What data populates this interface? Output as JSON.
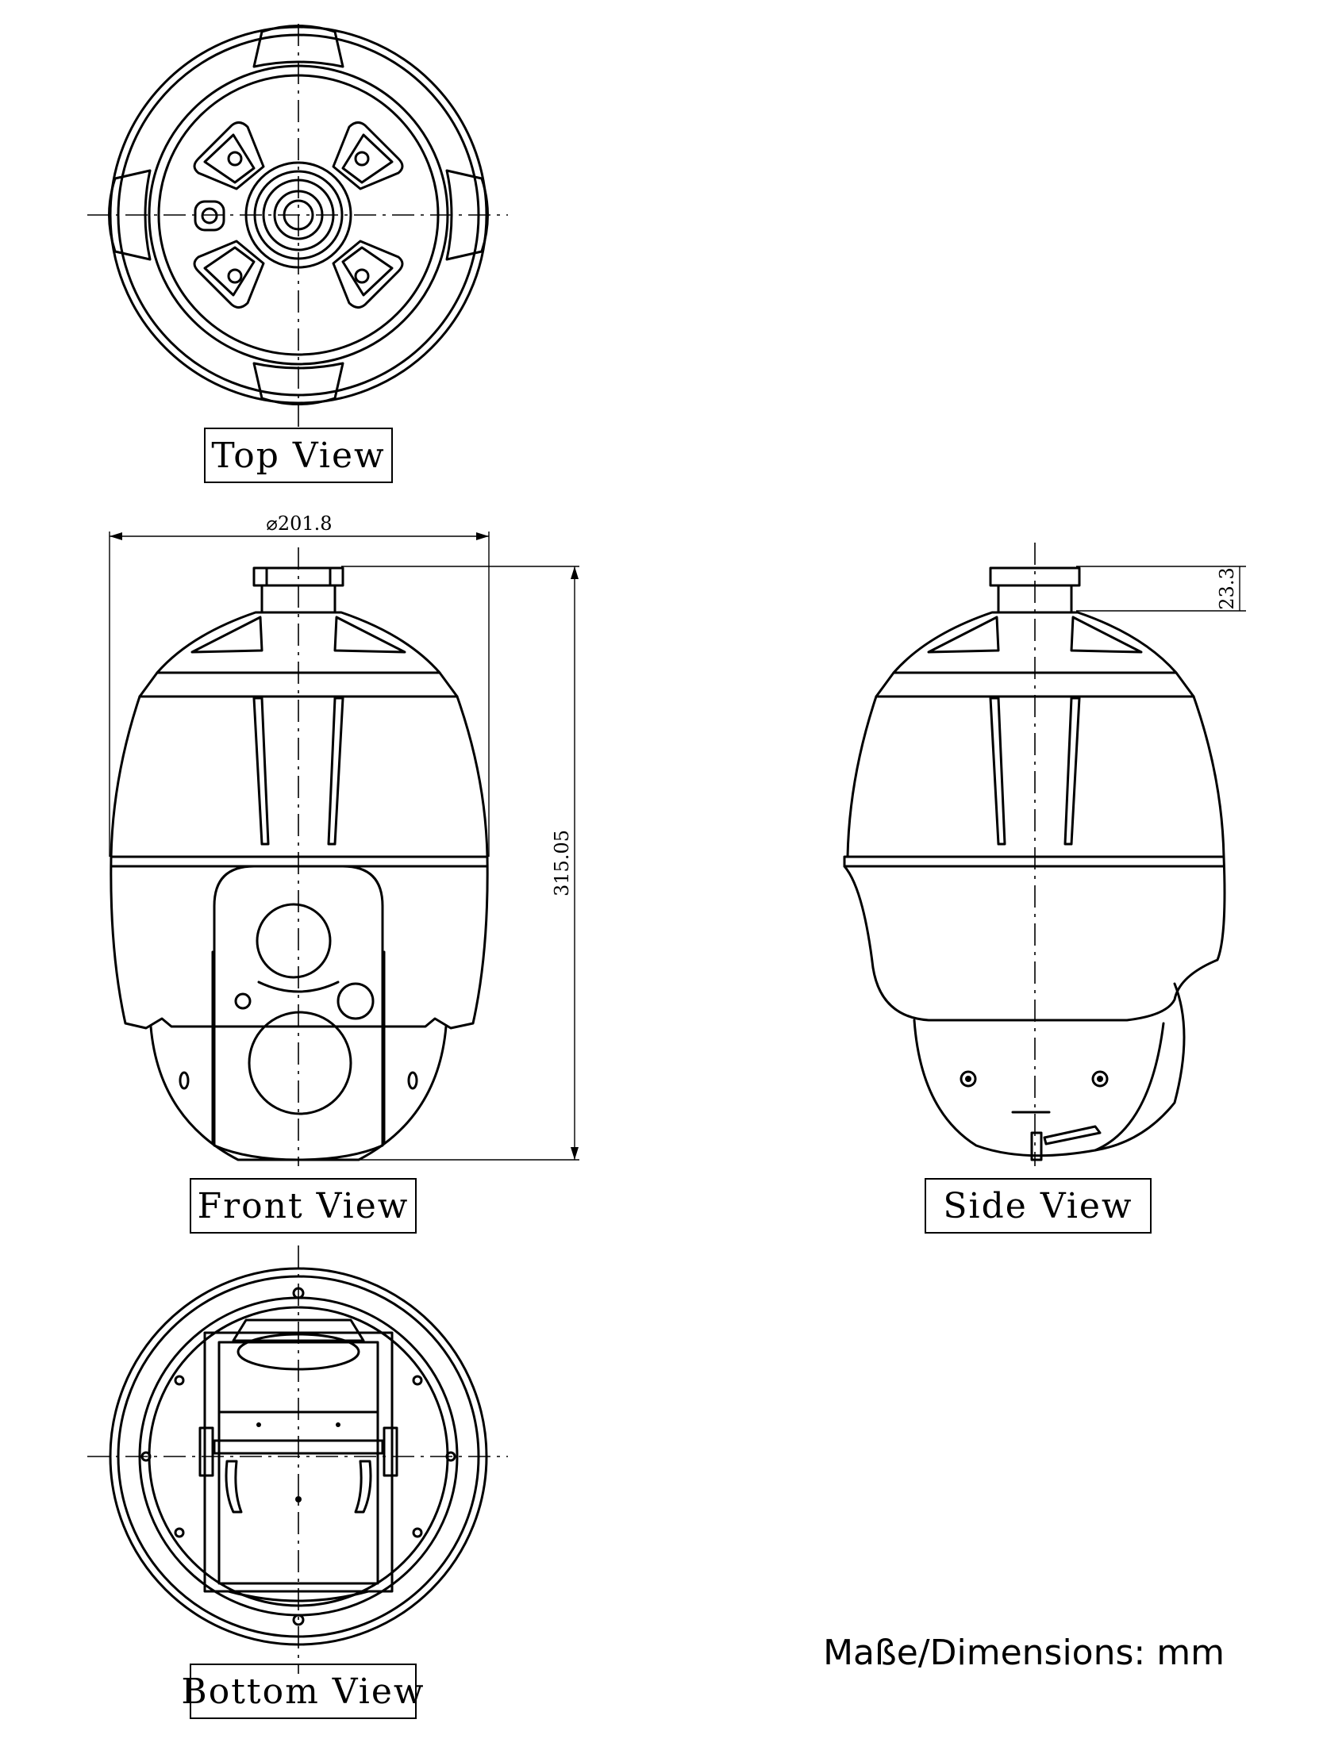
{
  "views": {
    "top": "Top View",
    "front": "Front View",
    "side": "Side View",
    "bottom": "Bottom View"
  },
  "dimensions": {
    "diameter": "⌀201.8",
    "height": "315.05",
    "mount": "23.3"
  },
  "units_note": "Maße/Dimensions: mm"
}
